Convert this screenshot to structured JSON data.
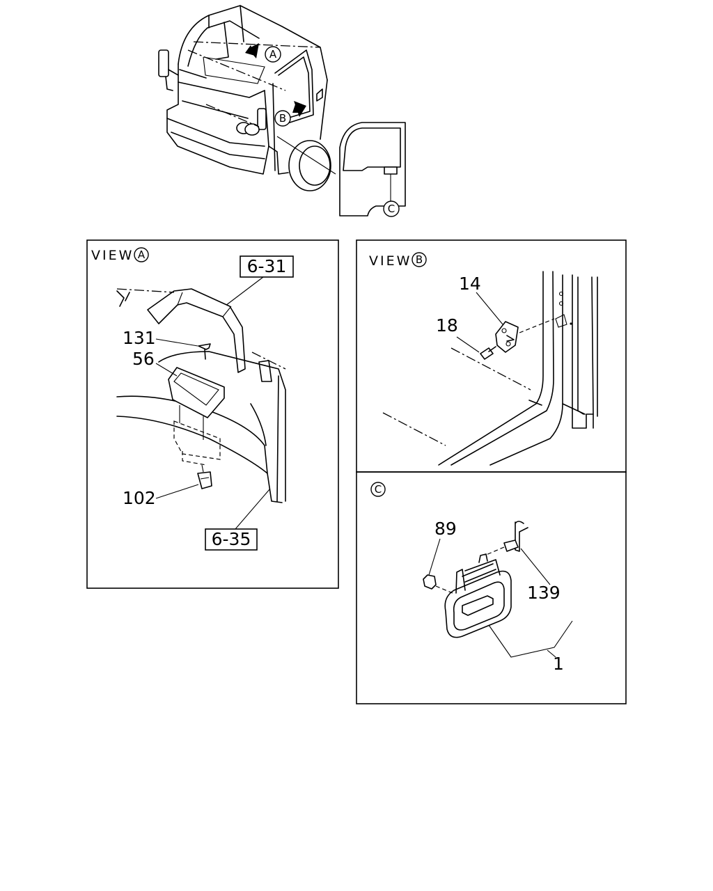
{
  "overview": {
    "callout_a": "A",
    "callout_b": "B",
    "callout_c": "C"
  },
  "panel_view_a": {
    "title": "VIEW",
    "title_marker": "A",
    "ref_top": "6-31",
    "ref_bottom": "6-35",
    "part_131": "131",
    "part_56": "56",
    "part_102": "102"
  },
  "panel_view_b": {
    "title": "VIEW",
    "title_marker": "B",
    "part_14": "14",
    "part_18": "18"
  },
  "panel_view_c": {
    "title_marker": "C",
    "part_89": "89",
    "part_139": "139",
    "part_1": "1"
  }
}
